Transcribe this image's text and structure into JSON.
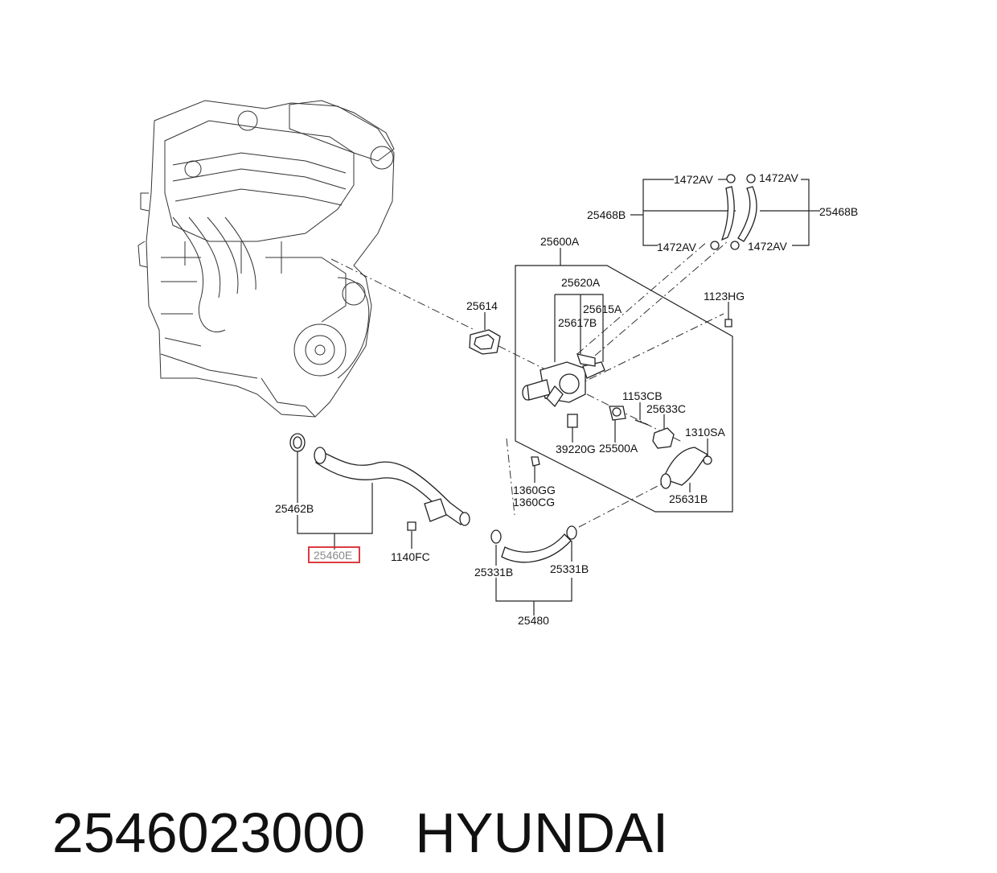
{
  "diagram": {
    "labels": {
      "p1472av_1": "1472AV",
      "p1472av_2": "1472AV",
      "p1472av_3": "1472AV",
      "p1472av_4": "1472AV",
      "p25468b_l": "25468B",
      "p25468b_r": "25468B",
      "p25600a": "25600A",
      "p25614": "25614",
      "p25620a": "25620A",
      "p25615a": "25615A",
      "p25617b": "25617B",
      "p1123hg": "1123HG",
      "p1153cb": "1153CB",
      "p25633c": "25633C",
      "p1310sa": "1310SA",
      "p39220g": "39220G",
      "p25500a": "25500A",
      "p1360gg": "1360GG",
      "p1360cg": "1360CG",
      "p25631b": "25631B",
      "p25462b": "25462B",
      "p25460e": "25460E",
      "p1140fc": "1140FC",
      "p25331b_l": "25331B",
      "p25331b_r": "25331B",
      "p25480": "25480"
    },
    "highlight_color": "#d9262e"
  },
  "footer": {
    "part_number": "2546023000",
    "brand": "HYUNDAI"
  }
}
